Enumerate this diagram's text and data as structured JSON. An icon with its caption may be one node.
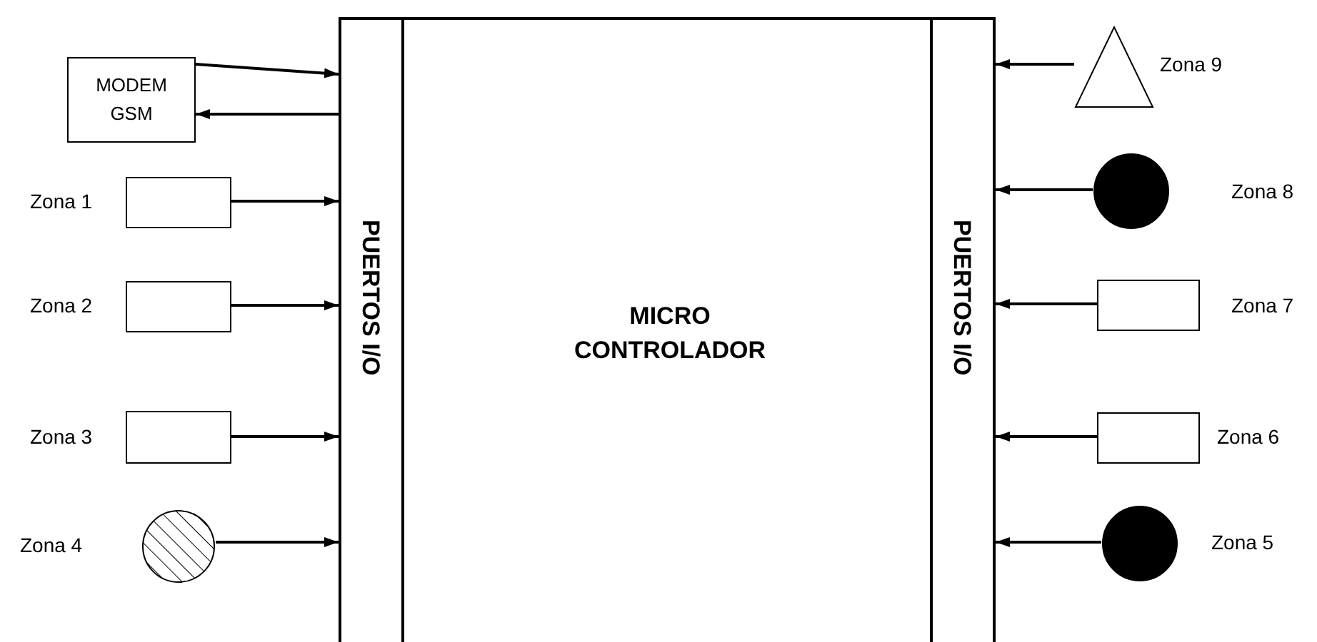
{
  "diagram": {
    "nodes": [
      {
        "text": [
          "MICRO CONTROLADOR"
        ]
      },
      {
        "text": [
          "PUERTOS I/O"
        ],
        "in": 0
      },
      {
        "text": [
          "PUERTOS I/O"
        ],
        "in": 0
      },
      {
        "text": [
          "MODEM GSM"
        ]
      },
      {
        "text": [],
        "shape": "box",
        "beside": [
          "Zona 1"
        ]
      },
      {
        "text": [],
        "shape": "box",
        "beside": [
          "Zona 2"
        ]
      },
      {
        "text": [],
        "shape": "box",
        "beside": [
          "Zona 3"
        ]
      },
      {
        "text": [],
        "shape": "circle",
        "beside": [
          "Zona 4"
        ]
      },
      {
        "text": [],
        "shape": "triangle",
        "beside": [
          "Zona 9"
        ]
      },
      {
        "text": [],
        "shape": "circle",
        "beside": [
          "Zona 8"
        ]
      },
      {
        "text": [],
        "shape": "box",
        "beside": [
          "Zona 7"
        ]
      },
      {
        "text": [],
        "shape": "box",
        "beside": [
          "Zona 6"
        ]
      },
      {
        "text": [],
        "shape": "circle",
        "beside": [
          "Zona 5"
        ]
      }
    ],
    "edges": [
      {
        "from": 3,
        "to": 1,
        "arrow": "to"
      },
      {
        "from": 1,
        "to": 3,
        "arrow": "to"
      },
      {
        "from": 4,
        "to": 1,
        "arrow": "to"
      },
      {
        "from": 5,
        "to": 1,
        "arrow": "to"
      },
      {
        "from": 6,
        "to": 1,
        "arrow": "to"
      },
      {
        "from": 7,
        "to": 1,
        "arrow": "to"
      },
      {
        "from": 8,
        "to": 2,
        "arrow": "to"
      },
      {
        "from": 9,
        "to": 2,
        "arrow": "to"
      },
      {
        "from": 10,
        "to": 2,
        "arrow": "to"
      },
      {
        "from": 11,
        "to": 2,
        "arrow": "to"
      },
      {
        "from": 12,
        "to": 2,
        "arrow": "to"
      }
    ]
  }
}
